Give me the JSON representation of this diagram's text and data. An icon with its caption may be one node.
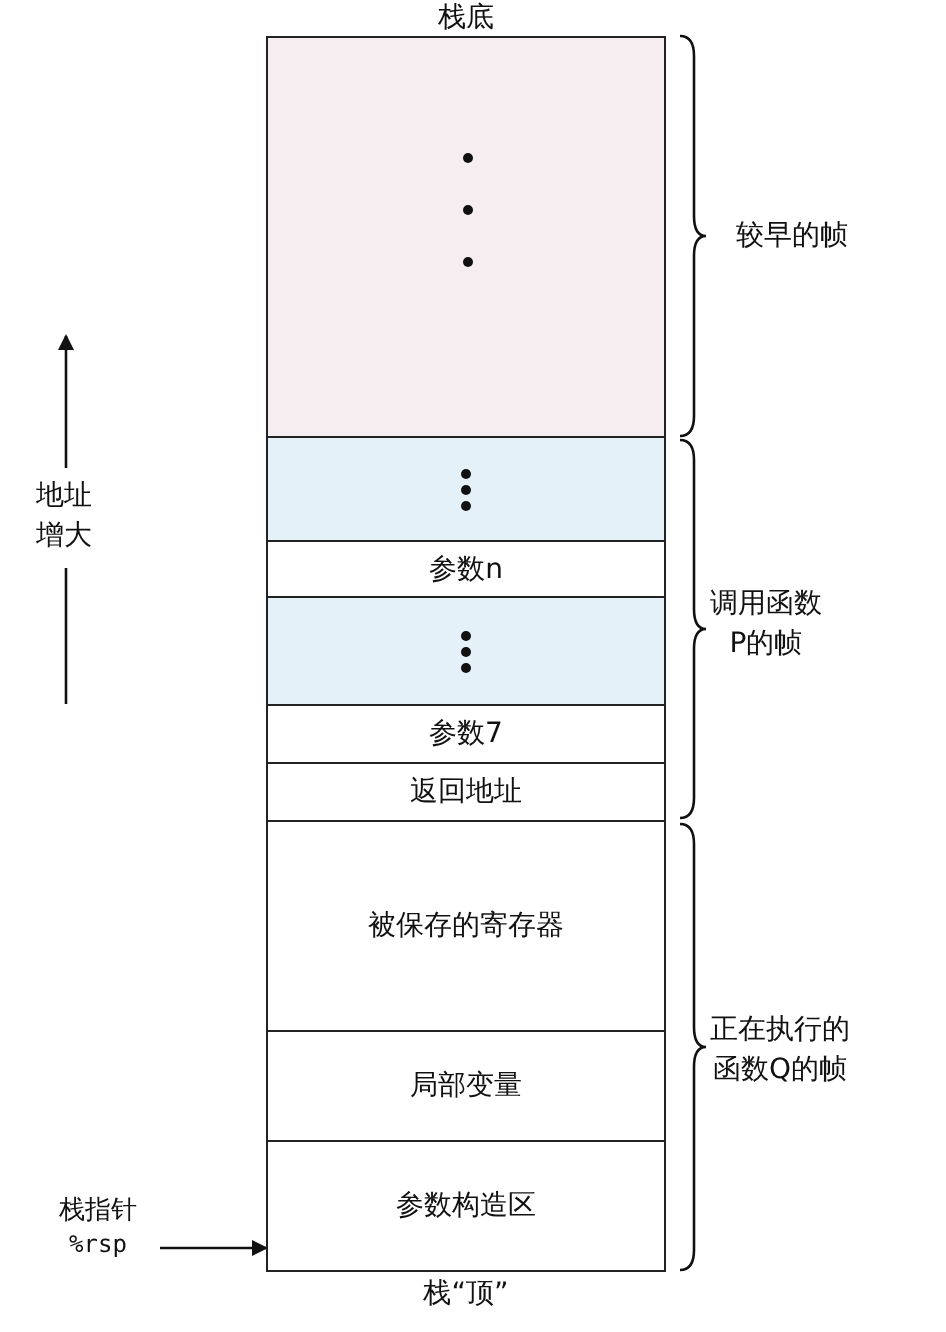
{
  "diagram": {
    "nodes": [
      {
        "text": [],
        "shape": "box",
        "beside": [
          "栈底"
        ]
      },
      {
        "text": [],
        "shape": "box"
      },
      {
        "text": [
          "参数n"
        ]
      },
      {
        "text": [],
        "shape": "box"
      },
      {
        "text": [
          "参数7"
        ]
      },
      {
        "text": [
          "返回地址"
        ]
      },
      {
        "text": [
          "被保存的寄存器"
        ]
      },
      {
        "text": [
          "局部变量"
        ]
      },
      {
        "text": [
          "参数构造区"
        ],
        "beside": [
          "栈“顶”"
        ]
      },
      {
        "text": [
          "栈指针",
          "%rsp"
        ]
      }
    ],
    "edges": [
      {
        "from": 9,
        "to": 8,
        "arrow": "to"
      }
    ],
    "labels": [
      "较早的帧",
      "地址增大",
      "调用函数P的帧",
      "正在执行的函数Q的帧"
    ]
  }
}
